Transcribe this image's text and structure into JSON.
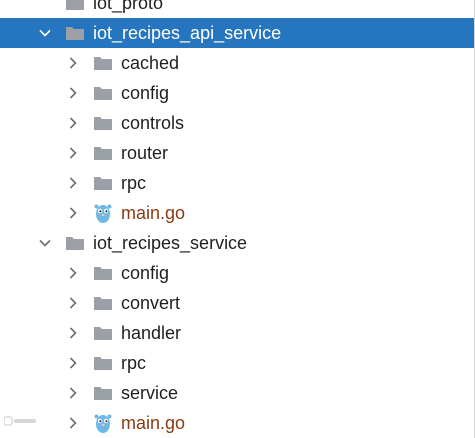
{
  "project_tree": {
    "partial_top_item": {
      "label": "iot_proto"
    },
    "api_service": {
      "label": "iot_recipes_api_service",
      "expanded": true,
      "selected": true,
      "children": [
        {
          "label": "cached",
          "type": "folder"
        },
        {
          "label": "config",
          "type": "folder"
        },
        {
          "label": "controls",
          "type": "folder"
        },
        {
          "label": "router",
          "type": "folder"
        },
        {
          "label": "rpc",
          "type": "folder"
        },
        {
          "label": "main.go",
          "type": "go-file"
        }
      ]
    },
    "service": {
      "label": "iot_recipes_service",
      "expanded": true,
      "selected": false,
      "children": [
        {
          "label": "config",
          "type": "folder"
        },
        {
          "label": "convert",
          "type": "folder"
        },
        {
          "label": "handler",
          "type": "folder"
        },
        {
          "label": "rpc",
          "type": "folder"
        },
        {
          "label": "service",
          "type": "folder"
        },
        {
          "label": "main.go",
          "type": "go-file"
        }
      ]
    }
  },
  "colors": {
    "selection": "#2675bf",
    "folder": "#9aa0a6",
    "go_file_text": "#8a3a12",
    "gopher": "#6fb8e6"
  },
  "icons": {
    "folder": "folder-icon",
    "go_file": "gopher-icon",
    "expand": "chevron-right-icon",
    "collapse": "chevron-down-icon"
  }
}
